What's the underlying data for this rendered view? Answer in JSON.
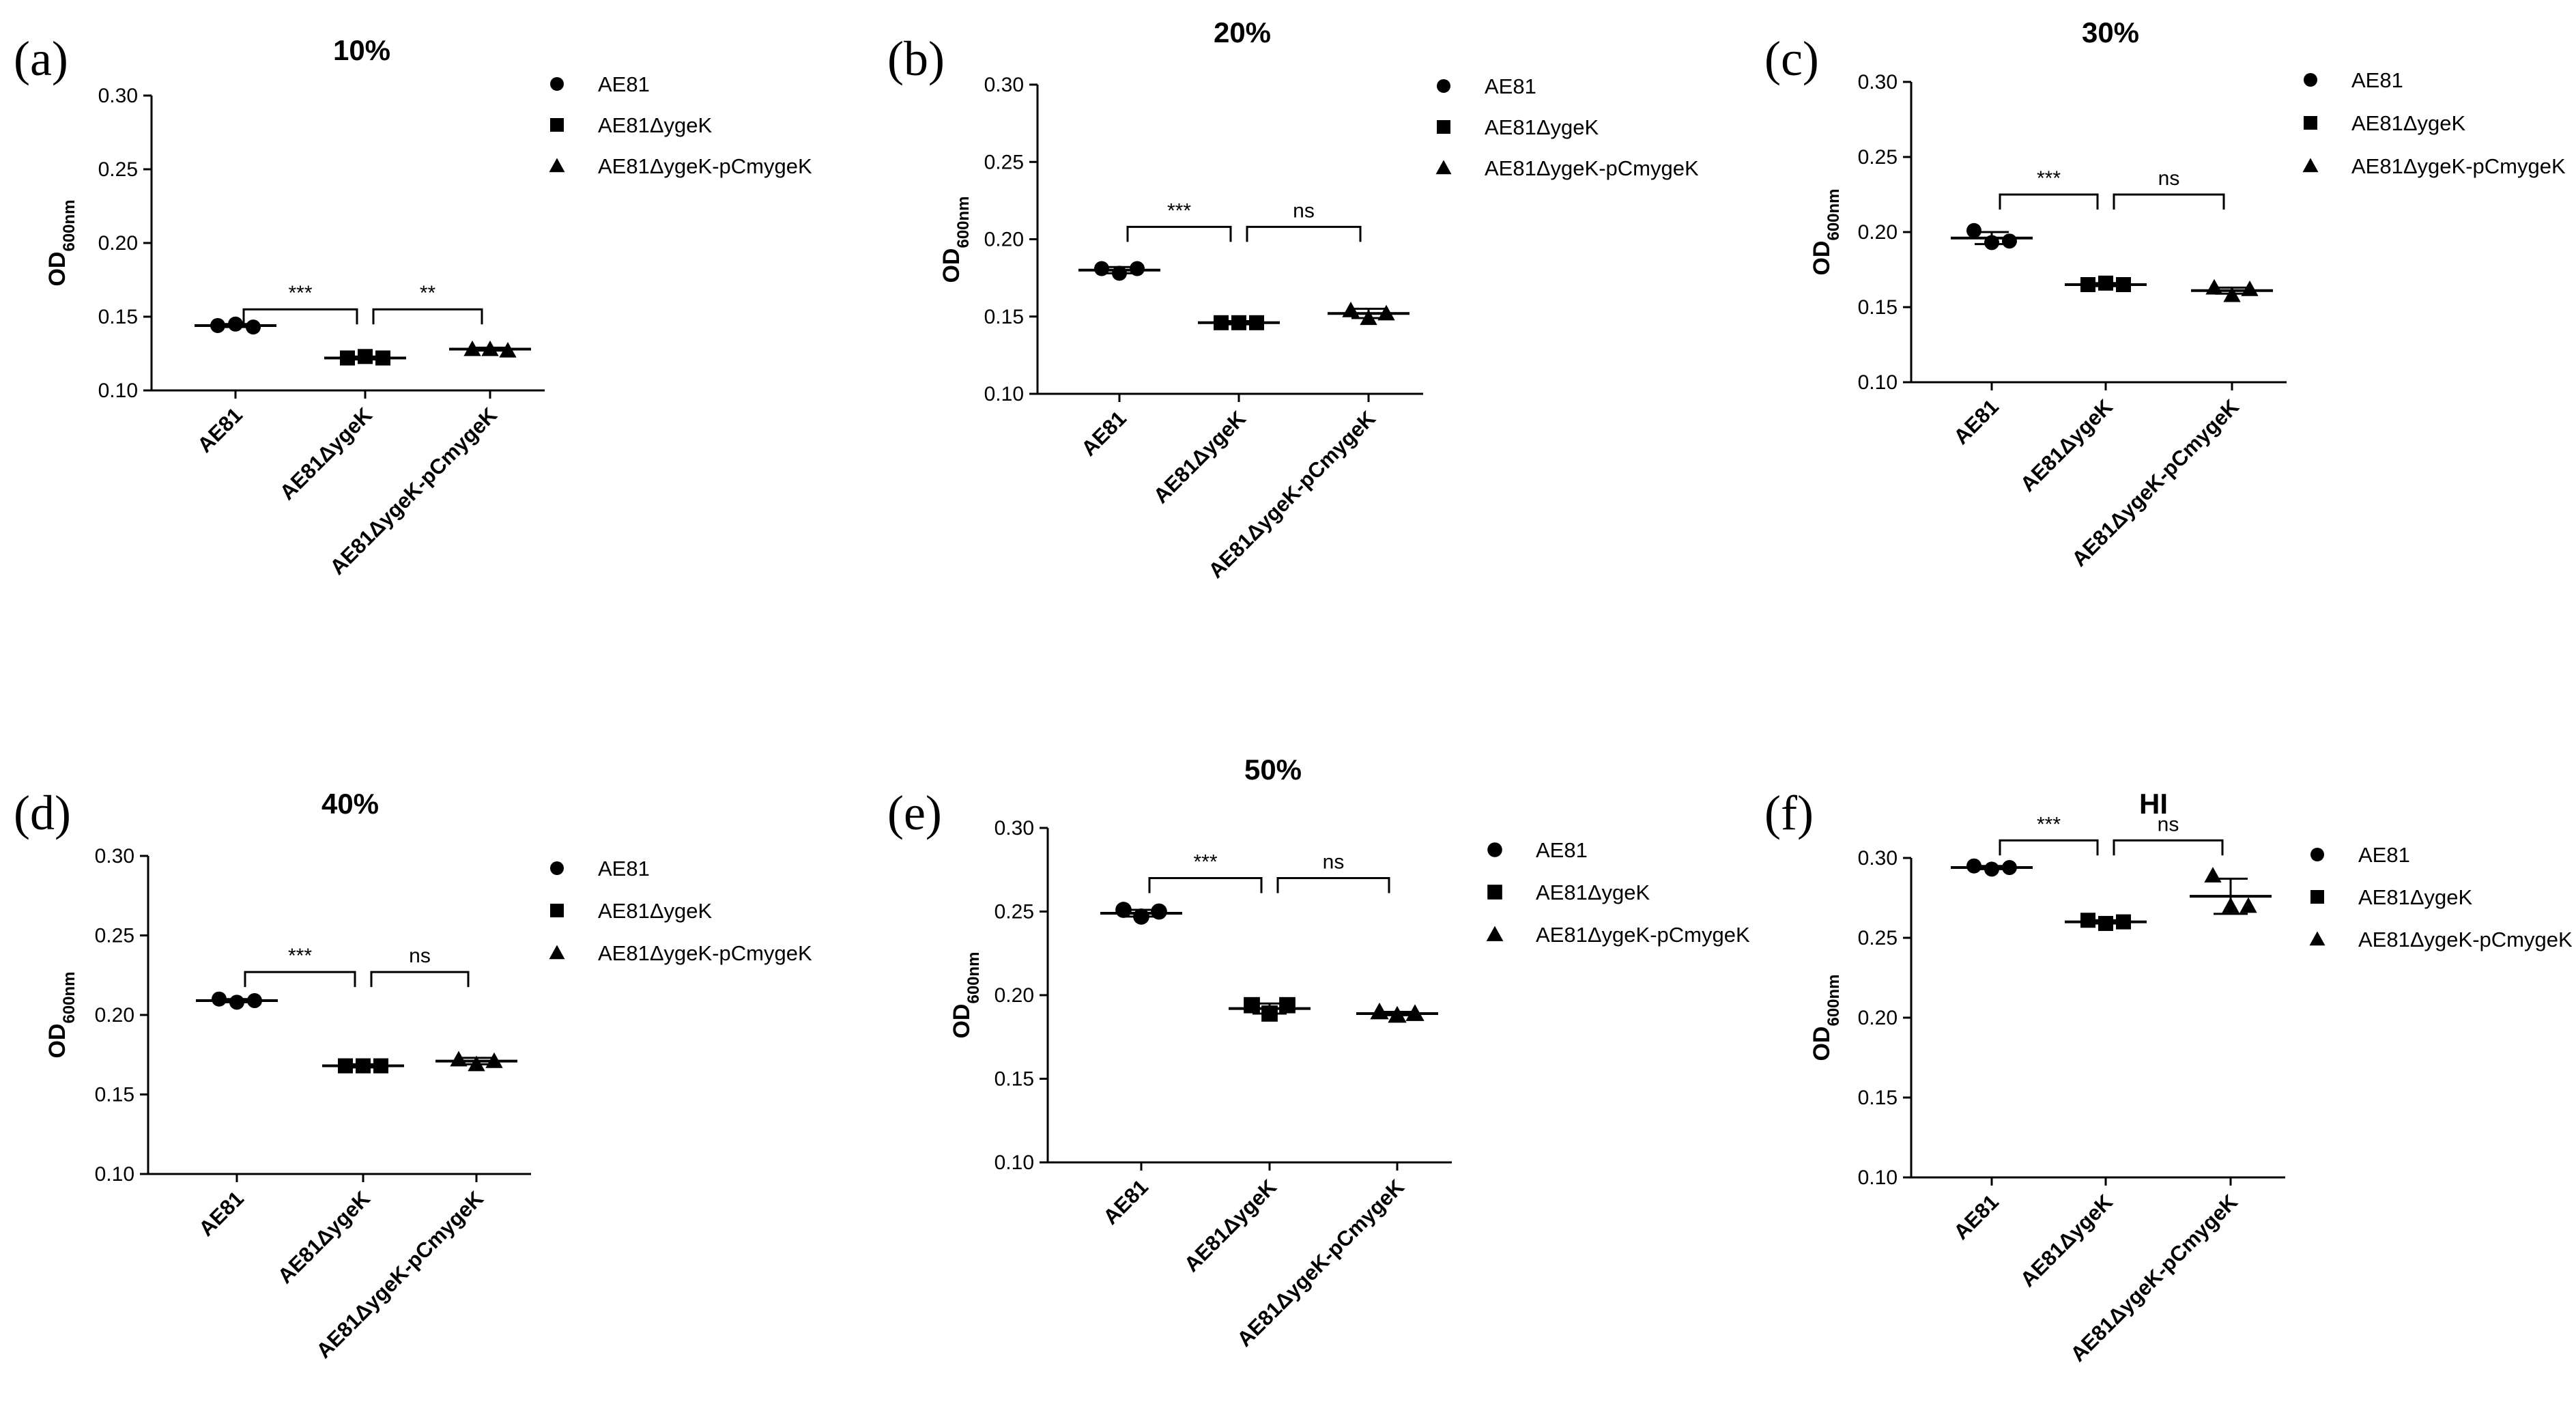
{
  "legend_markers": [
    "circle",
    "square",
    "triangle"
  ],
  "chart_data": [
    {
      "type": "scatter",
      "panel": "(a)",
      "title": "10%",
      "ylabel_main": "OD",
      "ylabel_sub": "600nm",
      "categories": [
        "AE81",
        "AE81ΔygeK",
        "AE81ΔygeK-pCmygeK"
      ],
      "ylim": [
        0.1,
        0.3
      ],
      "yticks": [
        "0.10",
        "0.15",
        "0.20",
        "0.25",
        "0.30"
      ],
      "series": [
        {
          "name": "AE81",
          "marker": "circle",
          "values": [
            0.144,
            0.145,
            0.143
          ],
          "mean": 0.144,
          "sd": 0.001
        },
        {
          "name": "AE81ΔygeK",
          "marker": "square",
          "values": [
            0.122,
            0.123,
            0.122
          ],
          "mean": 0.122,
          "sd": 0.001
        },
        {
          "name": "AE81ΔygeK-pCmygeK",
          "marker": "triangle",
          "values": [
            0.128,
            0.128,
            0.127
          ],
          "mean": 0.128,
          "sd": 0.001
        }
      ],
      "significance": [
        {
          "from": 0,
          "to": 1,
          "label": "***",
          "y": 0.155
        },
        {
          "from": 1,
          "to": 2,
          "label": "**",
          "y": 0.155
        }
      ]
    },
    {
      "type": "scatter",
      "panel": "(b)",
      "title": "20%",
      "ylabel_main": "OD",
      "ylabel_sub": "600nm",
      "categories": [
        "AE81",
        "AE81ΔygeK",
        "AE81ΔygeK-pCmygeK"
      ],
      "ylim": [
        0.1,
        0.3
      ],
      "yticks": [
        "0.10",
        "0.15",
        "0.20",
        "0.25",
        "0.30"
      ],
      "series": [
        {
          "name": "AE81",
          "marker": "circle",
          "values": [
            0.181,
            0.178,
            0.181
          ],
          "mean": 0.18,
          "sd": 0.002
        },
        {
          "name": "AE81ΔygeK",
          "marker": "square",
          "values": [
            0.146,
            0.146,
            0.146
          ],
          "mean": 0.146,
          "sd": 0.001
        },
        {
          "name": "AE81ΔygeK-pCmygeK",
          "marker": "triangle",
          "values": [
            0.154,
            0.149,
            0.152
          ],
          "mean": 0.152,
          "sd": 0.003
        }
      ],
      "significance": [
        {
          "from": 0,
          "to": 1,
          "label": "***",
          "y": 0.208
        },
        {
          "from": 1,
          "to": 2,
          "label": "ns",
          "y": 0.208
        }
      ]
    },
    {
      "type": "scatter",
      "panel": "(c)",
      "title": "30%",
      "ylabel_main": "OD",
      "ylabel_sub": "600nm",
      "categories": [
        "AE81",
        "AE81ΔygeK",
        "AE81ΔygeK-pCmygeK"
      ],
      "ylim": [
        0.1,
        0.3
      ],
      "yticks": [
        "0.10",
        "0.15",
        "0.20",
        "0.25",
        "0.30"
      ],
      "series": [
        {
          "name": "AE81",
          "marker": "circle",
          "values": [
            0.201,
            0.193,
            0.194
          ],
          "mean": 0.196,
          "sd": 0.004
        },
        {
          "name": "AE81ΔygeK",
          "marker": "square",
          "values": [
            0.165,
            0.166,
            0.165
          ],
          "mean": 0.165,
          "sd": 0.001
        },
        {
          "name": "AE81ΔygeK-pCmygeK",
          "marker": "triangle",
          "values": [
            0.163,
            0.158,
            0.162
          ],
          "mean": 0.161,
          "sd": 0.002
        }
      ],
      "significance": [
        {
          "from": 0,
          "to": 1,
          "label": "***",
          "y": 0.225
        },
        {
          "from": 1,
          "to": 2,
          "label": "ns",
          "y": 0.225
        }
      ]
    },
    {
      "type": "scatter",
      "panel": "(d)",
      "title": "40%",
      "ylabel_main": "OD",
      "ylabel_sub": "600nm",
      "categories": [
        "AE81",
        "AE81ΔygeK",
        "AE81ΔygeK-pCmygeK"
      ],
      "ylim": [
        0.1,
        0.3
      ],
      "yticks": [
        "0.10",
        "0.15",
        "0.20",
        "0.25",
        "0.30"
      ],
      "series": [
        {
          "name": "AE81",
          "marker": "circle",
          "values": [
            0.21,
            0.208,
            0.209
          ],
          "mean": 0.209,
          "sd": 0.001
        },
        {
          "name": "AE81ΔygeK",
          "marker": "square",
          "values": [
            0.168,
            0.168,
            0.168
          ],
          "mean": 0.168,
          "sd": 0.001
        },
        {
          "name": "AE81ΔygeK-pCmygeK",
          "marker": "triangle",
          "values": [
            0.172,
            0.169,
            0.171
          ],
          "mean": 0.171,
          "sd": 0.002
        }
      ],
      "significance": [
        {
          "from": 0,
          "to": 1,
          "label": "***",
          "y": 0.227
        },
        {
          "from": 1,
          "to": 2,
          "label": "ns",
          "y": 0.227
        }
      ]
    },
    {
      "type": "scatter",
      "panel": "(e)",
      "title": "50%",
      "ylabel_main": "OD",
      "ylabel_sub": "600nm",
      "categories": [
        "AE81",
        "AE81ΔygeK",
        "AE81ΔygeK-pCmygeK"
      ],
      "ylim": [
        0.1,
        0.3
      ],
      "yticks": [
        "0.10",
        "0.15",
        "0.20",
        "0.25",
        "0.30"
      ],
      "series": [
        {
          "name": "AE81",
          "marker": "circle",
          "values": [
            0.251,
            0.247,
            0.25
          ],
          "mean": 0.249,
          "sd": 0.002
        },
        {
          "name": "AE81ΔygeK",
          "marker": "square",
          "values": [
            0.194,
            0.189,
            0.194
          ],
          "mean": 0.192,
          "sd": 0.003
        },
        {
          "name": "AE81ΔygeK-pCmygeK",
          "marker": "triangle",
          "values": [
            0.19,
            0.188,
            0.189
          ],
          "mean": 0.189,
          "sd": 0.001
        }
      ],
      "significance": [
        {
          "from": 0,
          "to": 1,
          "label": "***",
          "y": 0.27
        },
        {
          "from": 1,
          "to": 2,
          "label": "ns",
          "y": 0.27
        }
      ]
    },
    {
      "type": "scatter",
      "panel": "(f)",
      "title": "HI",
      "ylabel_main": "OD",
      "ylabel_sub": "600nm",
      "categories": [
        "AE81",
        "AE81ΔygeK",
        "AE81ΔygeK-pCmygeK"
      ],
      "ylim": [
        0.1,
        0.3
      ],
      "yticks": [
        "0.10",
        "0.15",
        "0.20",
        "0.25",
        "0.30"
      ],
      "series": [
        {
          "name": "AE81",
          "marker": "circle",
          "values": [
            0.295,
            0.293,
            0.294
          ],
          "mean": 0.294,
          "sd": 0.001
        },
        {
          "name": "AE81ΔygeK",
          "marker": "square",
          "values": [
            0.261,
            0.259,
            0.26
          ],
          "mean": 0.26,
          "sd": 0.001
        },
        {
          "name": "AE81ΔygeK-pCmygeK",
          "marker": "triangle",
          "values": [
            0.289,
            0.27,
            0.27
          ],
          "mean": 0.276,
          "sd": 0.011
        }
      ],
      "significance": [
        {
          "from": 0,
          "to": 1,
          "label": "***",
          "y": 0.311
        },
        {
          "from": 1,
          "to": 2,
          "label": "ns",
          "y": 0.311
        }
      ]
    }
  ]
}
